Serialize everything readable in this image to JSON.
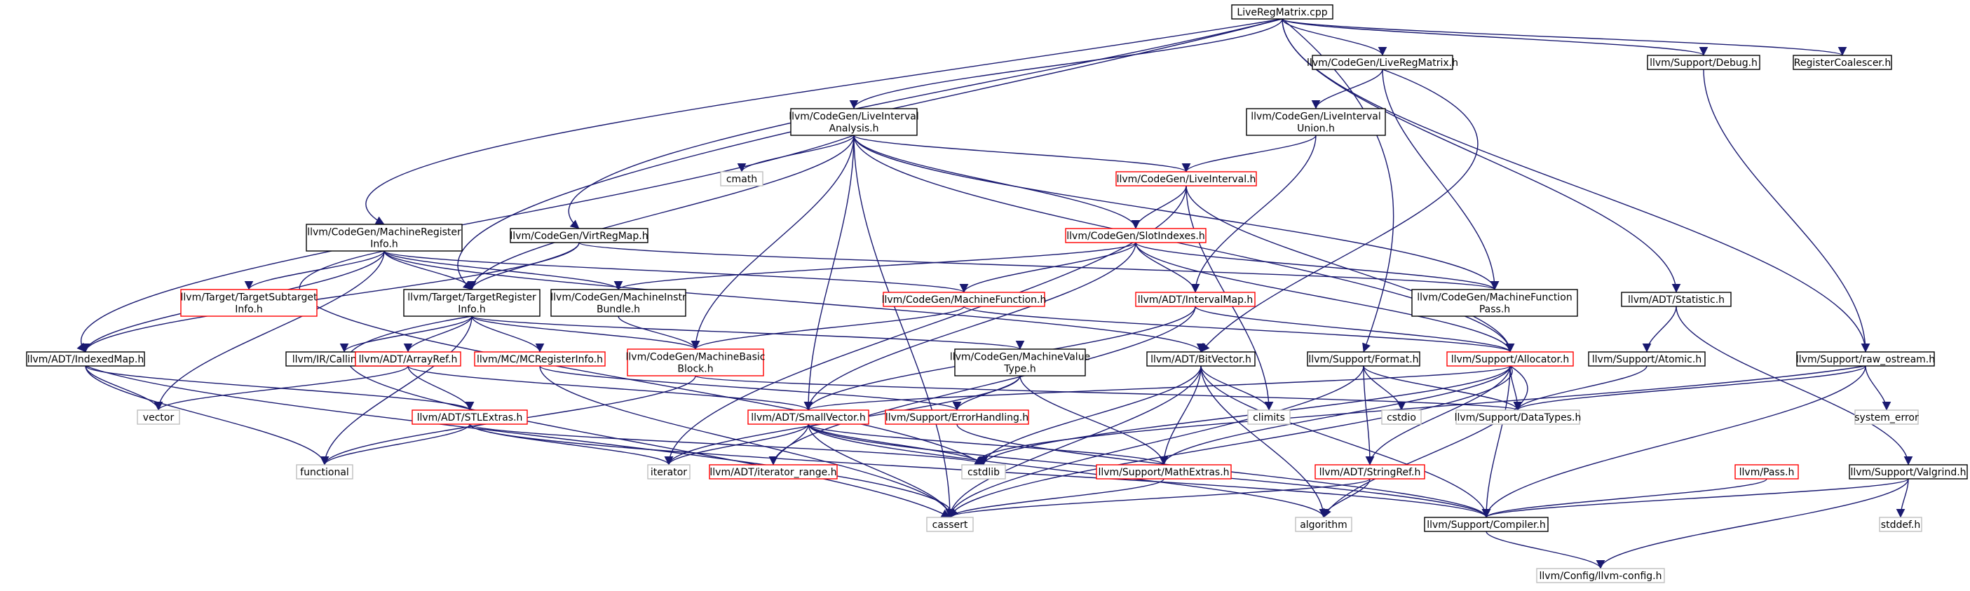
{
  "colors": {
    "edge": "#191970",
    "root_fill": "#bfbfbf",
    "box_black": "#000000",
    "box_red": "#ff0000",
    "box_gray": "#bfbfbf",
    "text": "#000000"
  },
  "nodes": [
    {
      "id": "root",
      "lines": [
        "LiveRegMatrix.cpp"
      ],
      "style": "root"
    },
    {
      "id": "lrm_h",
      "lines": [
        "llvm/CodeGen/LiveRegMatrix.h"
      ],
      "style": "black"
    },
    {
      "id": "debug",
      "lines": [
        "llvm/Support/Debug.h"
      ],
      "style": "black"
    },
    {
      "id": "regcoal",
      "lines": [
        "RegisterCoalescer.h"
      ],
      "style": "black"
    },
    {
      "id": "lia",
      "lines": [
        "llvm/CodeGen/LiveInterval",
        "Analysis.h"
      ],
      "style": "black"
    },
    {
      "id": "liu",
      "lines": [
        "llvm/CodeGen/LiveInterval",
        "Union.h"
      ],
      "style": "black"
    },
    {
      "id": "cmath",
      "lines": [
        "cmath"
      ],
      "style": "gray"
    },
    {
      "id": "li",
      "lines": [
        "llvm/CodeGen/LiveInterval.h"
      ],
      "style": "red"
    },
    {
      "id": "mri",
      "lines": [
        "llvm/CodeGen/MachineRegister",
        "Info.h"
      ],
      "style": "black"
    },
    {
      "id": "vrm",
      "lines": [
        "llvm/CodeGen/VirtRegMap.h"
      ],
      "style": "black"
    },
    {
      "id": "slot",
      "lines": [
        "llvm/CodeGen/SlotIndexes.h"
      ],
      "style": "red"
    },
    {
      "id": "tsi",
      "lines": [
        "llvm/Target/TargetSubtarget",
        "Info.h"
      ],
      "style": "red"
    },
    {
      "id": "tri",
      "lines": [
        "llvm/Target/TargetRegister",
        "Info.h"
      ],
      "style": "black"
    },
    {
      "id": "mib",
      "lines": [
        "llvm/CodeGen/MachineInstr",
        "Bundle.h"
      ],
      "style": "black"
    },
    {
      "id": "mf",
      "lines": [
        "llvm/CodeGen/MachineFunction.h"
      ],
      "style": "red"
    },
    {
      "id": "imap",
      "lines": [
        "llvm/ADT/IntervalMap.h"
      ],
      "style": "red"
    },
    {
      "id": "mfp",
      "lines": [
        "llvm/CodeGen/MachineFunction",
        "Pass.h"
      ],
      "style": "black"
    },
    {
      "id": "stat",
      "lines": [
        "llvm/ADT/Statistic.h"
      ],
      "style": "black"
    },
    {
      "id": "idxmap",
      "lines": [
        "llvm/ADT/IndexedMap.h"
      ],
      "style": "black"
    },
    {
      "id": "cc",
      "lines": [
        "llvm/IR/CallingConv.h"
      ],
      "style": "black"
    },
    {
      "id": "arrayref",
      "lines": [
        "llvm/ADT/ArrayRef.h"
      ],
      "style": "red"
    },
    {
      "id": "mcri",
      "lines": [
        "llvm/MC/MCRegisterInfo.h"
      ],
      "style": "red"
    },
    {
      "id": "mbb",
      "lines": [
        "llvm/CodeGen/MachineBasic",
        "Block.h"
      ],
      "style": "red"
    },
    {
      "id": "mvt",
      "lines": [
        "llvm/CodeGen/MachineValue",
        "Type.h"
      ],
      "style": "black"
    },
    {
      "id": "bitvec",
      "lines": [
        "llvm/ADT/BitVector.h"
      ],
      "style": "black"
    },
    {
      "id": "format",
      "lines": [
        "llvm/Support/Format.h"
      ],
      "style": "black"
    },
    {
      "id": "alloc",
      "lines": [
        "llvm/Support/Allocator.h"
      ],
      "style": "red"
    },
    {
      "id": "atomic",
      "lines": [
        "llvm/Support/Atomic.h"
      ],
      "style": "black"
    },
    {
      "id": "raw",
      "lines": [
        "llvm/Support/raw_ostream.h"
      ],
      "style": "black"
    },
    {
      "id": "vector",
      "lines": [
        "vector"
      ],
      "style": "gray"
    },
    {
      "id": "stlextras",
      "lines": [
        "llvm/ADT/STLExtras.h"
      ],
      "style": "red"
    },
    {
      "id": "smallvec",
      "lines": [
        "llvm/ADT/SmallVector.h"
      ],
      "style": "red"
    },
    {
      "id": "errh",
      "lines": [
        "llvm/Support/ErrorHandling.h"
      ],
      "style": "red"
    },
    {
      "id": "climits",
      "lines": [
        "climits"
      ],
      "style": "gray"
    },
    {
      "id": "cstdio",
      "lines": [
        "cstdio"
      ],
      "style": "gray"
    },
    {
      "id": "datatypes",
      "lines": [
        "llvm/Support/DataTypes.h"
      ],
      "style": "gray"
    },
    {
      "id": "syserr",
      "lines": [
        "system_error"
      ],
      "style": "gray"
    },
    {
      "id": "functional",
      "lines": [
        "functional"
      ],
      "style": "gray"
    },
    {
      "id": "iterator",
      "lines": [
        "iterator"
      ],
      "style": "gray"
    },
    {
      "id": "itrange",
      "lines": [
        "llvm/ADT/iterator_range.h"
      ],
      "style": "red"
    },
    {
      "id": "cstdlib",
      "lines": [
        "cstdlib"
      ],
      "style": "gray"
    },
    {
      "id": "mathext",
      "lines": [
        "llvm/Support/MathExtras.h"
      ],
      "style": "red"
    },
    {
      "id": "stringref",
      "lines": [
        "llvm/ADT/StringRef.h"
      ],
      "style": "red"
    },
    {
      "id": "pass",
      "lines": [
        "llvm/Pass.h"
      ],
      "style": "red"
    },
    {
      "id": "valgrind",
      "lines": [
        "llvm/Support/Valgrind.h"
      ],
      "style": "black"
    },
    {
      "id": "cassert",
      "lines": [
        "cassert"
      ],
      "style": "gray"
    },
    {
      "id": "algorithm",
      "lines": [
        "algorithm"
      ],
      "style": "gray"
    },
    {
      "id": "compiler",
      "lines": [
        "llvm/Support/Compiler.h"
      ],
      "style": "black"
    },
    {
      "id": "stddef",
      "lines": [
        "stddef.h"
      ],
      "style": "gray"
    },
    {
      "id": "llvmconfig",
      "lines": [
        "llvm/Config/llvm-config.h"
      ],
      "style": "gray"
    }
  ],
  "edges": [
    [
      "root",
      "lrm_h"
    ],
    [
      "root",
      "debug"
    ],
    [
      "root",
      "regcoal"
    ],
    [
      "root",
      "lia"
    ],
    [
      "root",
      "vrm"
    ],
    [
      "root",
      "mri"
    ],
    [
      "root",
      "tri"
    ],
    [
      "root",
      "stat"
    ],
    [
      "root",
      "raw"
    ],
    [
      "root",
      "format"
    ],
    [
      "lrm_h",
      "liu"
    ],
    [
      "lrm_h",
      "mfp"
    ],
    [
      "lrm_h",
      "bitvec"
    ],
    [
      "debug",
      "raw"
    ],
    [
      "lia",
      "cmath"
    ],
    [
      "lia",
      "li"
    ],
    [
      "lia",
      "slot"
    ],
    [
      "lia",
      "mfp"
    ],
    [
      "lia",
      "alloc"
    ],
    [
      "lia",
      "idxmap"
    ],
    [
      "lia",
      "tri"
    ],
    [
      "lia",
      "mbb"
    ],
    [
      "lia",
      "smallvec"
    ],
    [
      "lia",
      "cassert"
    ],
    [
      "liu",
      "li"
    ],
    [
      "liu",
      "imap"
    ],
    [
      "li",
      "slot"
    ],
    [
      "li",
      "alloc"
    ],
    [
      "li",
      "climits"
    ],
    [
      "li",
      "iterator"
    ],
    [
      "slot",
      "mfp"
    ],
    [
      "slot",
      "mf"
    ],
    [
      "slot",
      "mib"
    ],
    [
      "slot",
      "imap"
    ],
    [
      "slot",
      "alloc"
    ],
    [
      "slot",
      "smallvec"
    ],
    [
      "mri",
      "tsi"
    ],
    [
      "mri",
      "tri"
    ],
    [
      "mri",
      "mib"
    ],
    [
      "mri",
      "mf"
    ],
    [
      "mri",
      "idxmap"
    ],
    [
      "mri",
      "bitvec"
    ],
    [
      "mri",
      "vector"
    ],
    [
      "mri",
      "cstdlib"
    ],
    [
      "vrm",
      "tri"
    ],
    [
      "vrm",
      "mfp"
    ],
    [
      "vrm",
      "idxmap"
    ],
    [
      "tri",
      "cc"
    ],
    [
      "tri",
      "arrayref"
    ],
    [
      "tri",
      "mcri"
    ],
    [
      "tri",
      "mbb"
    ],
    [
      "tri",
      "mvt"
    ],
    [
      "tri",
      "functional"
    ],
    [
      "tri",
      "cassert"
    ],
    [
      "mib",
      "mbb"
    ],
    [
      "mf",
      "mbb"
    ],
    [
      "mf",
      "alloc"
    ],
    [
      "imap",
      "alloc"
    ],
    [
      "imap",
      "smallvec"
    ],
    [
      "imap",
      "itrange"
    ],
    [
      "stat",
      "atomic"
    ],
    [
      "stat",
      "valgrind"
    ],
    [
      "idxmap",
      "stlextras"
    ],
    [
      "idxmap",
      "vector"
    ],
    [
      "idxmap",
      "functional"
    ],
    [
      "idxmap",
      "cassert"
    ],
    [
      "arrayref",
      "stlextras"
    ],
    [
      "arrayref",
      "smallvec"
    ],
    [
      "arrayref",
      "vector"
    ],
    [
      "mcri",
      "errh"
    ],
    [
      "mcri",
      "cassert"
    ],
    [
      "mbb",
      "functional"
    ],
    [
      "mbb",
      "datatypes"
    ],
    [
      "mvt",
      "errh"
    ],
    [
      "mvt",
      "mathext"
    ],
    [
      "mvt",
      "iterator"
    ],
    [
      "bitvec",
      "mathext"
    ],
    [
      "bitvec",
      "climits"
    ],
    [
      "bitvec",
      "cstdlib"
    ],
    [
      "bitvec",
      "cassert"
    ],
    [
      "bitvec",
      "algorithm"
    ],
    [
      "bitvec",
      "compiler"
    ],
    [
      "format",
      "datatypes"
    ],
    [
      "format",
      "cstdio"
    ],
    [
      "format",
      "stringref"
    ],
    [
      "format",
      "cassert"
    ],
    [
      "alloc",
      "datatypes"
    ],
    [
      "alloc",
      "mathext"
    ],
    [
      "alloc",
      "smallvec"
    ],
    [
      "alloc",
      "cstdlib"
    ],
    [
      "alloc",
      "stringref"
    ],
    [
      "alloc",
      "compiler"
    ],
    [
      "alloc",
      "algorithm"
    ],
    [
      "alloc",
      "cassert"
    ],
    [
      "atomic",
      "datatypes"
    ],
    [
      "raw",
      "datatypes"
    ],
    [
      "raw",
      "syserr"
    ],
    [
      "raw",
      "compiler"
    ],
    [
      "raw",
      "cstdlib"
    ],
    [
      "stlextras",
      "functional"
    ],
    [
      "stlextras",
      "iterator"
    ],
    [
      "stlextras",
      "cstdlib"
    ],
    [
      "stlextras",
      "compiler"
    ],
    [
      "smallvec",
      "iterator"
    ],
    [
      "smallvec",
      "itrange"
    ],
    [
      "smallvec",
      "cstdlib"
    ],
    [
      "smallvec",
      "mathext"
    ],
    [
      "smallvec",
      "cassert"
    ],
    [
      "smallvec",
      "algorithm"
    ],
    [
      "smallvec",
      "compiler"
    ],
    [
      "errh",
      "compiler"
    ],
    [
      "mathext",
      "cassert"
    ],
    [
      "stringref",
      "cassert"
    ],
    [
      "stringref",
      "algorithm"
    ],
    [
      "pass",
      "compiler"
    ],
    [
      "valgrind",
      "compiler"
    ],
    [
      "valgrind",
      "stddef"
    ],
    [
      "valgrind",
      "llvmconfig"
    ],
    [
      "compiler",
      "llvmconfig"
    ]
  ]
}
